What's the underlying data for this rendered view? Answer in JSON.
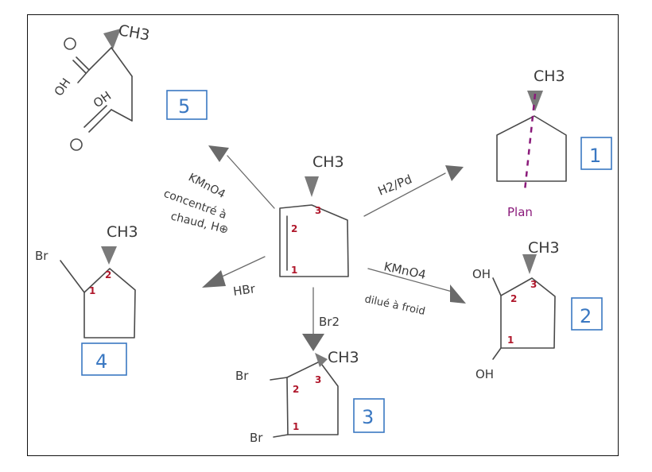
{
  "ch3": "CH3",
  "br": "Br",
  "oh": "OH",
  "br2": "Br2",
  "hbr": "HBr",
  "h2pd": "H2/Pd",
  "kmno4": "KMnO4",
  "diluted_cold": "dilué à froid",
  "concentrated_line1": "KMnO4",
  "concentrated_line2": "concentré à",
  "concentrated_line3": "chaud, H⊕",
  "plan": "Plan",
  "numbers": {
    "one": "1",
    "two": "2",
    "three": "3",
    "four": "4",
    "five": "5"
  },
  "colors": {
    "pencil": "#4a4a4a",
    "carbon_numbers": "#b0182c",
    "product_boxes": "#3a78c2",
    "plane": "#8a1a7a"
  }
}
